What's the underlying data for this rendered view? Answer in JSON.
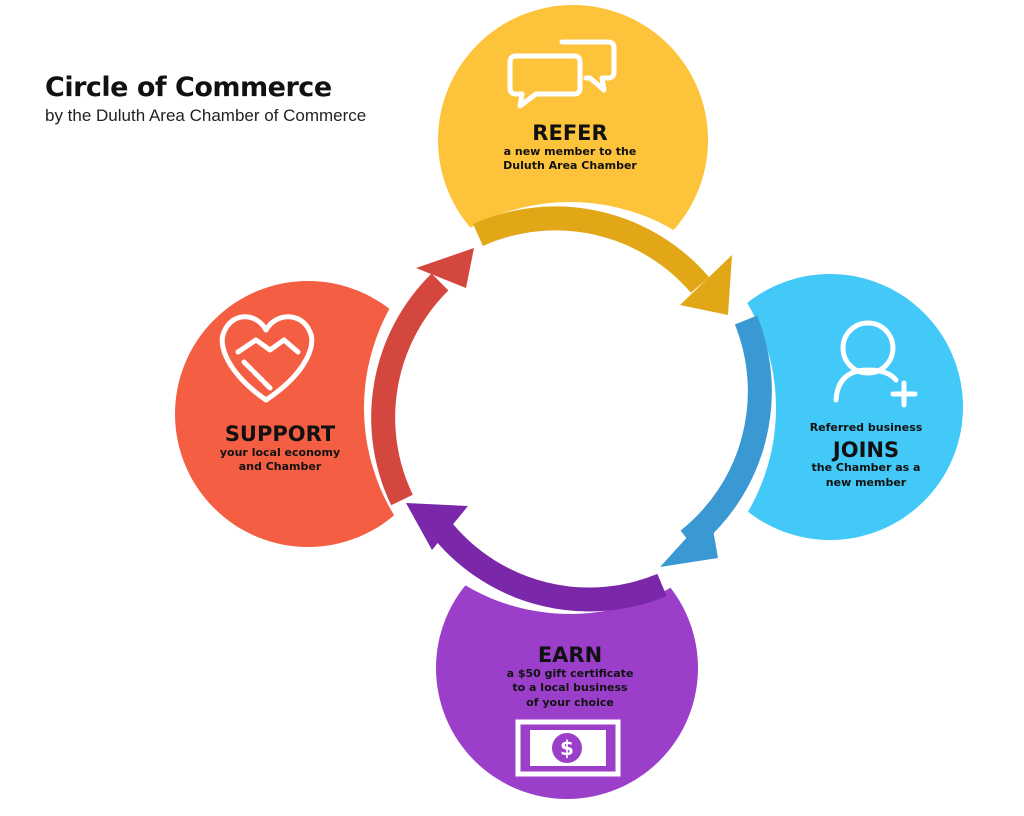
{
  "header": {
    "title": "Circle of Commerce",
    "subtitle": "by the Duluth Area Chamber of Commerce"
  },
  "colors": {
    "refer": "#FDC33A",
    "refer_arrow": "#E1A717",
    "joins": "#42C9F7",
    "joins_arrow": "#3A98D3",
    "earn": "#9B3FCB",
    "earn_arrow": "#7B27AA",
    "support": "#F45E43",
    "support_arrow": "#D3473E",
    "text": "#111111"
  },
  "steps": {
    "refer": {
      "heading": "REFER",
      "line1": "a new member to the",
      "line2": "Duluth Area Chamber",
      "icon": "chat-bubbles-icon"
    },
    "joins": {
      "pre": "Referred business",
      "heading": "JOINS",
      "line1": "the Chamber as a",
      "line2": "new member",
      "icon": "add-user-icon"
    },
    "earn": {
      "heading": "EARN",
      "line1": "a $50 gift certificate",
      "line2": "to a local business",
      "line3": "of your choice",
      "icon": "dollar-bill-icon"
    },
    "support": {
      "heading": "SUPPORT",
      "line1": "your local economy",
      "line2": "and Chamber",
      "icon": "handshake-heart-icon"
    }
  }
}
